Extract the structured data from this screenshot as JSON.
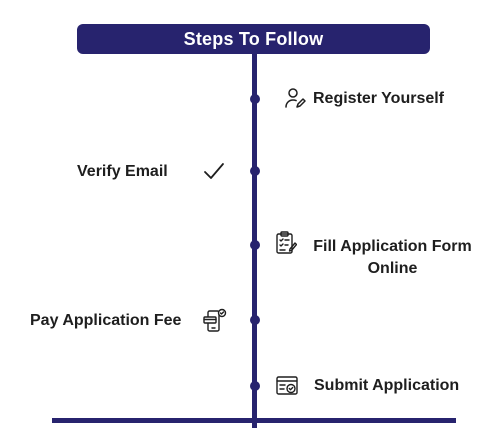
{
  "header": {
    "title": "Steps To Follow"
  },
  "steps": [
    {
      "label": "Register Yourself",
      "icon": "user-edit-icon",
      "side": "right"
    },
    {
      "label": "Verify Email",
      "icon": "checkmark-icon",
      "side": "left"
    },
    {
      "label": "Fill Application Form Online",
      "icon": "clipboard-form-icon",
      "side": "right"
    },
    {
      "label": "Pay Application Fee",
      "icon": "mobile-payment-icon",
      "side": "left"
    },
    {
      "label": "Submit Application",
      "icon": "id-card-check-icon",
      "side": "right"
    }
  ],
  "colors": {
    "accent": "#27236e",
    "text": "#1e1e1e",
    "background": "#ffffff"
  }
}
